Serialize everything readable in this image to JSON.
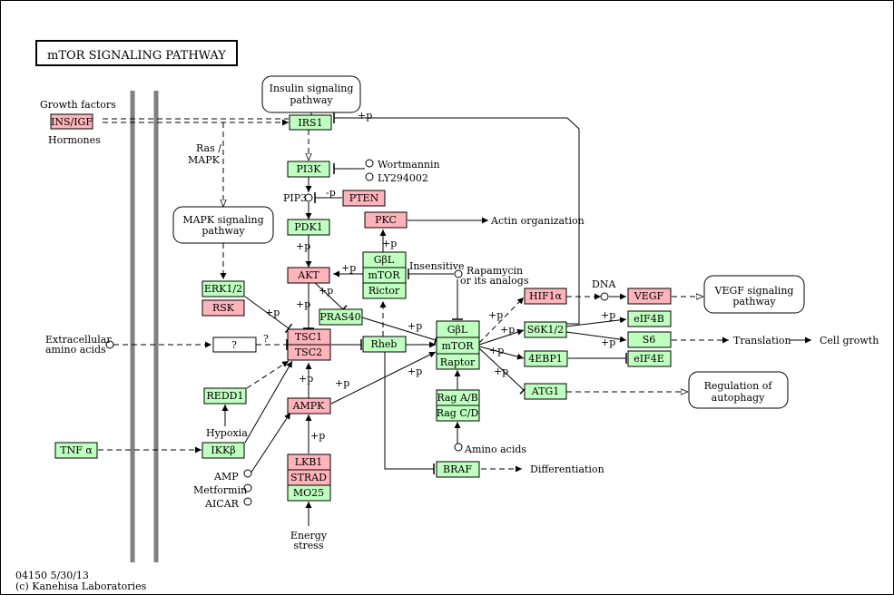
{
  "title": "mTOR SIGNALING PATHWAY",
  "footer": {
    "id_date": "04150 5/30/13",
    "copyright": "(c) Kanehisa Laboratories"
  },
  "colors": {
    "gene": "#bfffbf",
    "compound_target": "#ffb3ba",
    "border": "#000000",
    "membrane": "#808080"
  },
  "nodes": {
    "ins_igf": "INS/IGF",
    "irs1": "IRS1",
    "pi3k": "PI3K",
    "pten": "PTEN",
    "pdk1": "PDK1",
    "pkc": "PKC",
    "akt": "AKT",
    "gbl1": "GβL",
    "mtor1": "mTOR",
    "rictor": "Rictor",
    "erk12": "ERK1/2",
    "rsk": "RSK",
    "pras40": "PRAS40",
    "tsc1": "TSC1",
    "tsc2": "TSC2",
    "unknown": "?",
    "rheb": "Rheb",
    "gbl2": "GβL",
    "mtor2": "mTOR",
    "raptor": "Raptor",
    "redd1": "REDD1",
    "ampk": "AMPK",
    "lkb1": "LKB1",
    "strad": "STRAD",
    "mo25": "MO25",
    "tnfa": "TNF α",
    "ikkb": "IKKβ",
    "raga": "Rag A/B",
    "ragc": "Rag C/D",
    "braf": "BRAF",
    "hif1a": "HIF1α",
    "vegf": "VEGF",
    "s6k12": "S6K1/2",
    "eif4b": "eIF4B",
    "s6": "S6",
    "4ebp1": "4EBP1",
    "eif4e": "eIF4E",
    "atg1": "ATG1"
  },
  "pathways": {
    "insulin_1": "Insulin signaling",
    "insulin_2": "pathway",
    "mapk_1": "MAPK signaling",
    "mapk_2": "pathway",
    "vegf_1": "VEGF signaling",
    "vegf_2": "pathway",
    "autophagy_1": "Regulation of",
    "autophagy_2": "autophagy"
  },
  "labels": {
    "growth_factors": "Growth factors",
    "hormones": "Hormones",
    "ras": "Ras /",
    "mapk": "MAPK",
    "wortmannin": "Wortmannin",
    "ly294002": "LY294002",
    "pip3": "PIP3",
    "actin": "Actin organization",
    "insensitive": "Insensitive",
    "rapamycin_1": "Rapamycin",
    "rapamycin_2": "or its analogs",
    "extracellular_1": "Extracellular",
    "extracellular_2": "amino acids",
    "question": "?",
    "dna": "DNA",
    "translation": "Translation",
    "cell_growth": "Cell growth",
    "hypoxia": "Hypoxia",
    "amp": "AMP",
    "metformin": "Metformin",
    "aicar": "AICAR",
    "amino_acids": "Amino acids",
    "differentiation": "Differentiation",
    "energy_1": "Energy",
    "energy_2": "stress"
  },
  "edge_labels": {
    "p_irs1": "+p",
    "p_pten": "-p",
    "p_pkc": "+p",
    "p_pdk1": "+p",
    "p_akt": "+p",
    "p_akt2": "+p",
    "p_akt3": "+p",
    "p_tsc": "+p",
    "p_ampk": "+p",
    "p_ampk2": "+p",
    "p_lkb1": "+p",
    "p_rheb": "+p",
    "p_pras": "+p",
    "p_hif": "+p",
    "p_s6k": "+p",
    "p_4ebp1": "+p",
    "p_atg1": "+p",
    "p_eif4b": "+p",
    "p_s6": "+p"
  }
}
